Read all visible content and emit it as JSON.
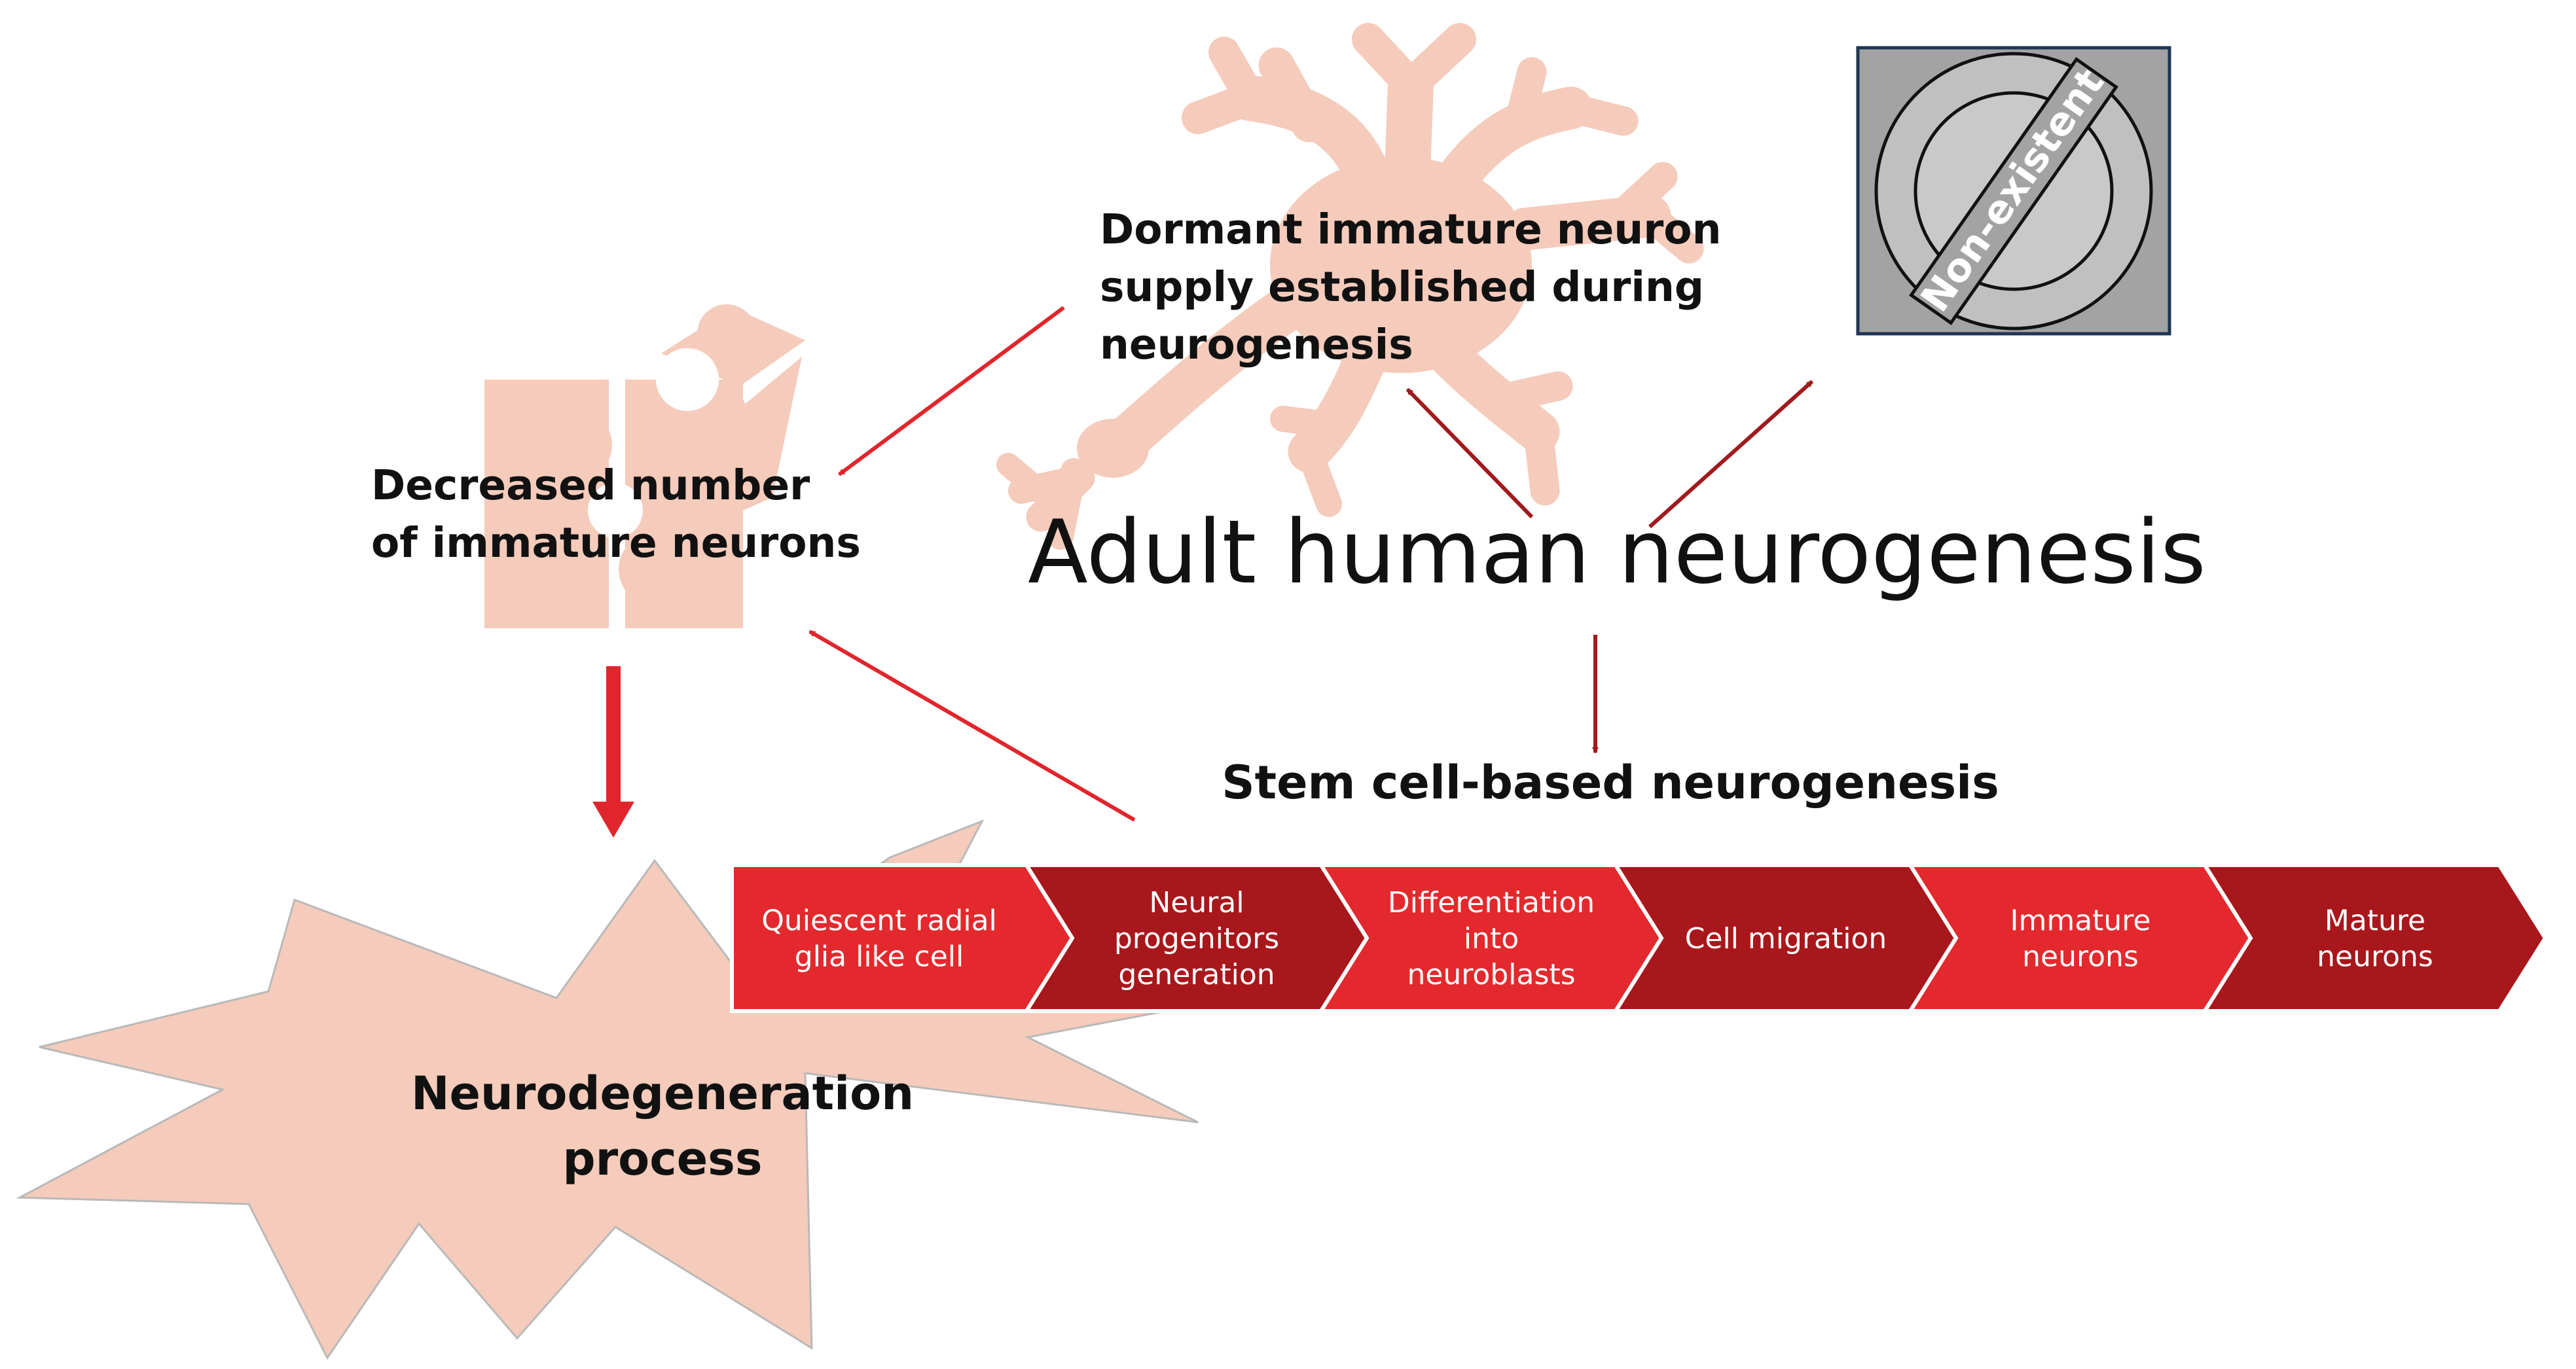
{
  "central_title": "Adult human neurogenesis",
  "dormant_label": [
    "Dormant immature neuron",
    "supply established during",
    "neurogenesis"
  ],
  "decreased_label": [
    "Decreased number",
    "of immature neurons"
  ],
  "stem_cell_label": "Stem cell-based neurogenesis",
  "nonexistent_label": "Non-existent",
  "neurodegeneration_label": [
    "Neurodegeneration",
    "process"
  ],
  "pipeline": [
    {
      "lines": [
        "Quiescent radial",
        "glia like cell"
      ],
      "color": "#e3292d"
    },
    {
      "lines": [
        "Neural",
        "progenitors",
        "generation"
      ],
      "color": "#a8171b"
    },
    {
      "lines": [
        "Differentiation",
        "into",
        "neuroblasts"
      ],
      "color": "#e3292d"
    },
    {
      "lines": [
        "Cell migration"
      ],
      "color": "#a8171b"
    },
    {
      "lines": [
        "Immature",
        "neurons"
      ],
      "color": "#e3292d"
    },
    {
      "lines": [
        "Mature",
        "neurons"
      ],
      "color": "#a8171b"
    }
  ],
  "colors": {
    "pale_salmon": "#f5cbbb",
    "light_red": "#e3292d",
    "dark_red": "#a8171b",
    "arrow_red": "#e0262c",
    "arrow_dark": "#a01a1e",
    "nonexistent_bg": "#a3a3a3"
  },
  "icons": [
    "neuron-icon",
    "puzzle-icon",
    "prohibited-icon",
    "burst-shape"
  ]
}
